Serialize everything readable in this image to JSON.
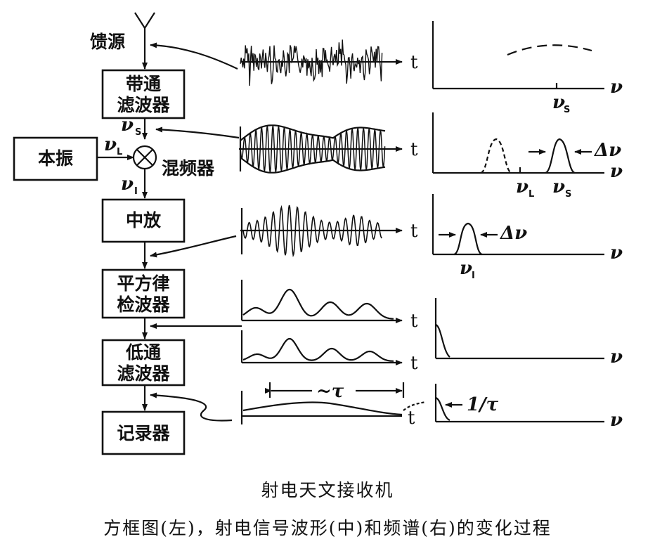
{
  "labels": {
    "feed": "馈源",
    "bandpass": [
      "带通",
      "滤波器"
    ],
    "local_osc": "本振",
    "mixer": "混频器",
    "if_amp": "中放",
    "square_detector": [
      "平方律",
      "检波器"
    ],
    "lowpass": [
      "低通",
      "滤波器"
    ],
    "recorder": "记录器"
  },
  "signals": {
    "nu": "ν",
    "sub_s": "S",
    "sub_l": "L",
    "sub_i": "I",
    "t": "t",
    "delta_nu": "Δν",
    "tau_span": "~τ",
    "inv_tau": "1/τ"
  },
  "caption": {
    "line1": "射电天文接收机",
    "line2": "方框图(左)，射电信号波形(中)和频谱(右)的变化过程"
  }
}
